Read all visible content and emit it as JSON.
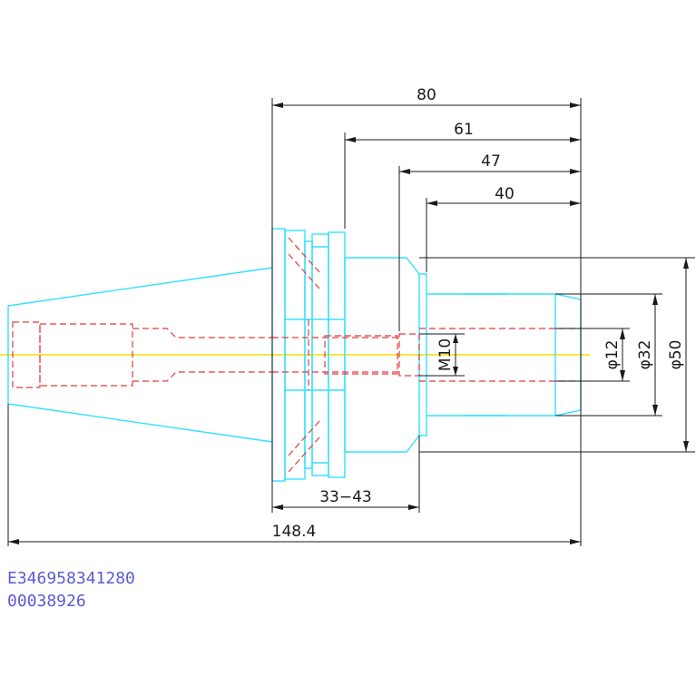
{
  "dimensions": {
    "overall_80": "80",
    "d61": "61",
    "d47": "47",
    "d40": "40",
    "thread": "M10",
    "bore": "φ12",
    "shank": "φ32",
    "flange": "φ50",
    "range": "33−43",
    "total": "148.4"
  },
  "codes": {
    "part_number": "E346958341280",
    "article_number": "00038926"
  },
  "colors": {
    "outline": "#33e0ff",
    "hidden": "#e23b3b",
    "centerline": "#f2e000",
    "dimension": "#1a1a1a",
    "code_text": "#5b5bd6"
  }
}
